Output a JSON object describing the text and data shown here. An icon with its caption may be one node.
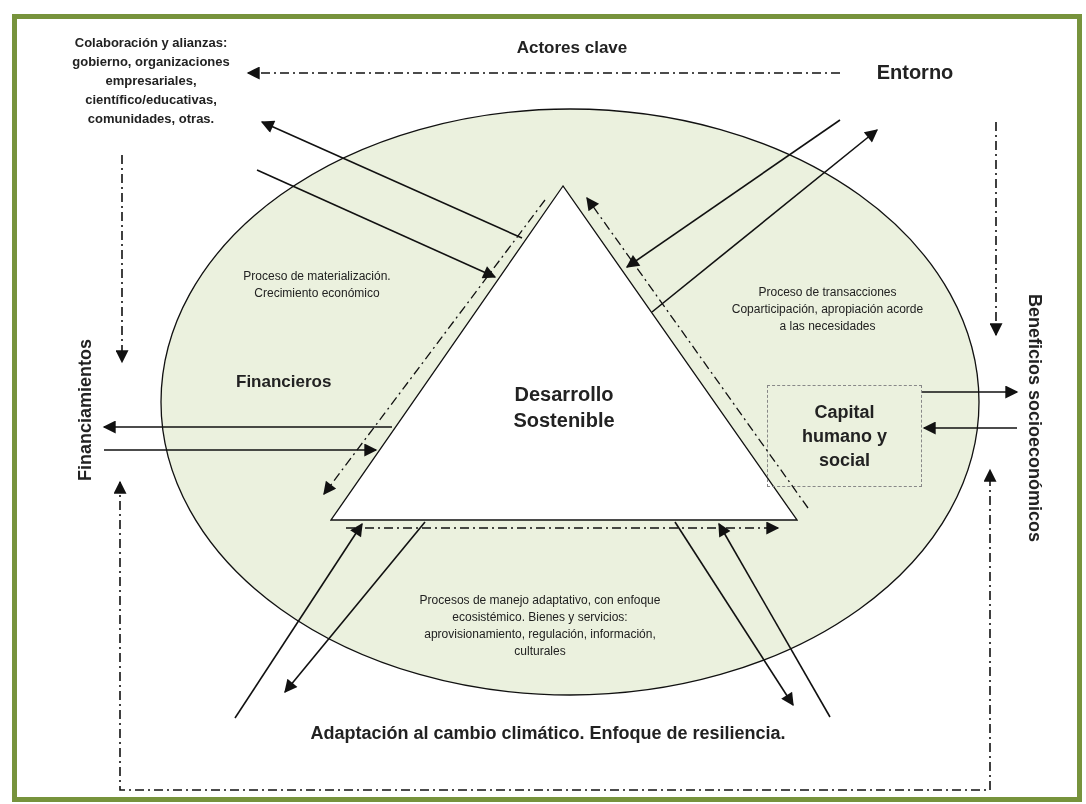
{
  "diagram": {
    "nodes": [
      {
        "text": [
          "Colaboración y alianzas: gobierno, organizaciones empresariales, científico/educativas, comunidades, otras."
        ]
      },
      {
        "text": [
          "Entorno"
        ]
      },
      {
        "text": [],
        "shape": "ellipse"
      },
      {
        "text": [
          "Desarrollo Sostenible"
        ],
        "in": 2
      },
      {
        "text": [
          "Capital humano y social"
        ],
        "in": 2
      },
      {
        "text": [
          "Financiamientos"
        ]
      },
      {
        "text": [
          "Beneficios socioeconómicos"
        ]
      },
      {
        "text": [
          "Adaptación al cambio climático. Enfoque de resiliencia."
        ]
      }
    ],
    "edges": [
      {
        "from": 0,
        "to": 3,
        "arrow": "to"
      },
      {
        "from": 3,
        "to": 0,
        "arrow": "to"
      },
      {
        "from": 1,
        "to": 3,
        "arrow": "to"
      },
      {
        "from": 3,
        "to": 1,
        "arrow": "to"
      },
      {
        "from": 3,
        "to": 5,
        "arrow": "to"
      },
      {
        "from": 5,
        "to": 3,
        "arrow": "to"
      },
      {
        "from": 4,
        "to": 6,
        "arrow": "to"
      },
      {
        "from": 6,
        "to": 4,
        "arrow": "to"
      },
      {
        "from": 7,
        "to": 3,
        "arrow": "to"
      },
      {
        "from": 3,
        "to": 7,
        "arrow": "to"
      },
      {
        "from": 3,
        "to": 7,
        "arrow": "to"
      },
      {
        "from": 7,
        "to": 3,
        "arrow": "to"
      },
      {
        "from": 1,
        "to": 0,
        "arrow": "to",
        "label": "Actores clave",
        "style": "dashed"
      },
      {
        "from": 0,
        "to": 5,
        "arrow": "to",
        "style": "dashed"
      },
      {
        "from": 1,
        "to": 6,
        "arrow": "to",
        "style": "dashed"
      },
      {
        "from": 5,
        "to": 6,
        "arrow": "both",
        "style": "dashed"
      }
    ],
    "labels": [
      "Proceso de materialización. Crecimiento económico",
      "Financieros",
      "Proceso de transacciones Coparticipación, apropiación acorde a las necesidades",
      "Procesos de manejo adaptativo, con enfoque ecosistémico. Bienes y servicios: aprovisionamiento, regulación, información, culturales"
    ]
  }
}
